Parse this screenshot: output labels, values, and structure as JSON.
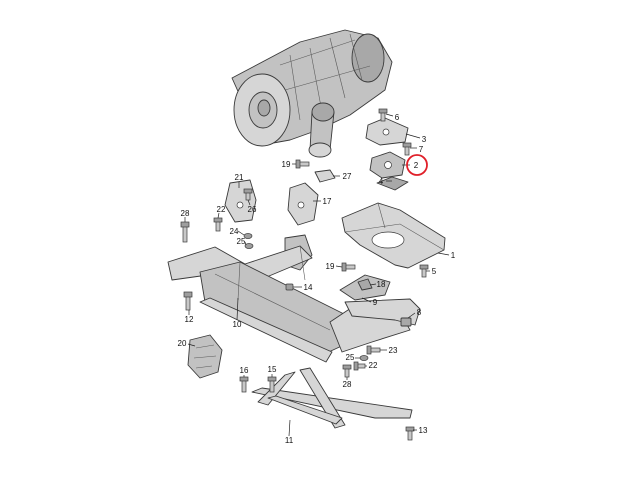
{
  "diagram": {
    "highlight_color": "#e0202a",
    "highlighted_callout": "2",
    "callouts": [
      "6",
      "3",
      "7",
      "2",
      "4",
      "19",
      "27",
      "21",
      "26",
      "17",
      "28",
      "22",
      "24",
      "25",
      "1",
      "19",
      "5",
      "18",
      "14",
      "9",
      "8",
      "12",
      "10",
      "20",
      "23",
      "25",
      "22",
      "16",
      "15",
      "28",
      "13",
      "11"
    ]
  }
}
